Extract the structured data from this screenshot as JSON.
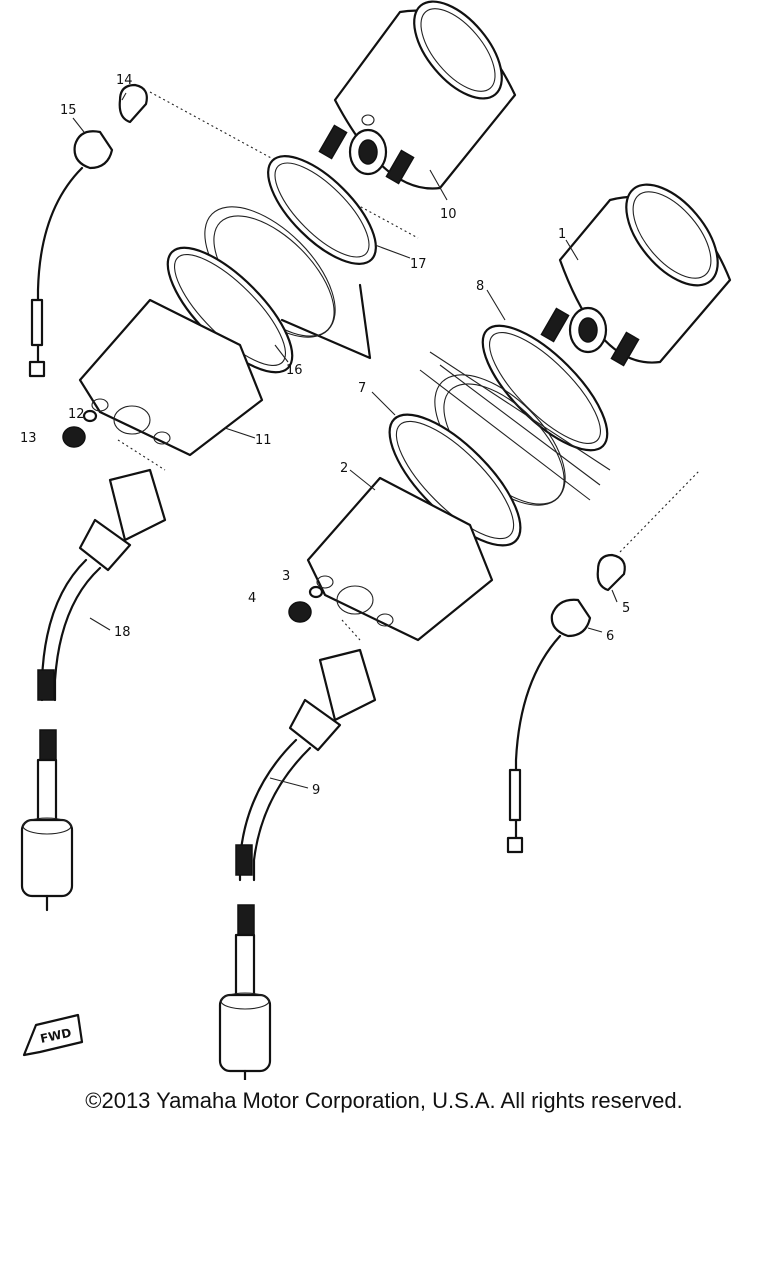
{
  "diagram": {
    "part_labels": {
      "p1": "1",
      "p2": "2",
      "p3": "3",
      "p4": "4",
      "p5": "5",
      "p6": "6",
      "p7": "7",
      "p8": "8",
      "p9": "9",
      "p10": "10",
      "p11": "11",
      "p12": "12",
      "p13": "13",
      "p14": "14",
      "p15": "15",
      "p16": "16",
      "p17": "17",
      "p18": "18"
    },
    "fwd_marker": "FWD"
  },
  "footer": {
    "copyright": "©2013 Yamaha Motor Corporation, U.S.A. All rights reserved."
  }
}
